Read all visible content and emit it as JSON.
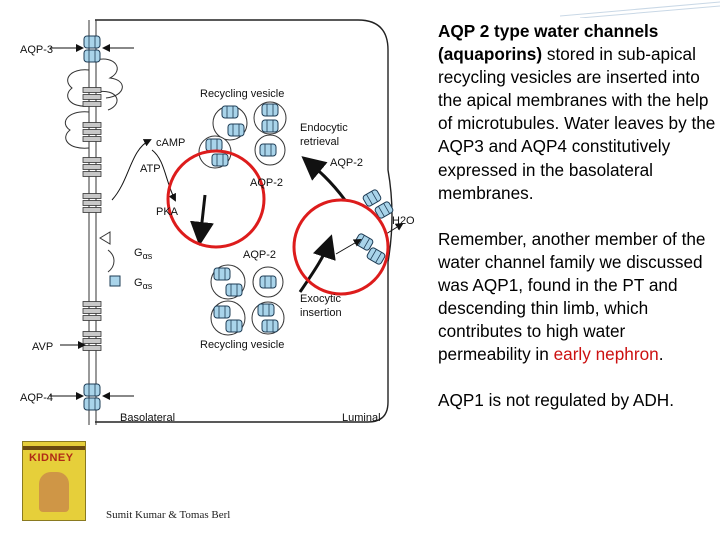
{
  "diagram": {
    "labels": {
      "aqp3": "AQP-3",
      "aqp4": "AQP-4",
      "avp": "AVP",
      "camp": "cAMP",
      "atp": "ATP",
      "pka": "PKA",
      "aqp2_mid": "AQP-2",
      "aqp2_right": "AQP-2",
      "aqp2_low": "AQP-2",
      "recycling_top": "Recycling vesicle",
      "recycling_bottom": "Recycling vesicle",
      "endocytic_1": "Endocytic",
      "endocytic_2": "retrieval",
      "exocytic_1": "Exocytic",
      "exocytic_2": "insertion",
      "gas1": "G",
      "gas1_sub": "αs",
      "gas2": "G",
      "gas2_sub": "αs",
      "h2o": "H2O",
      "basolateral": "Basolateral",
      "luminal": "Luminal"
    }
  },
  "text": {
    "p1_bold": "AQP 2 type water channels (aquaporins)",
    "p1_rest": " stored in sub-apical recycling vesicles are inserted into the apical membranes with the help of microtubules.   Water leaves by the AQP3 and AQP4 constitutively expressed in the basolateral membranes.",
    "p2_start": "Remember, another member of the water channel family we discussed was AQP1, found in the PT and descending thin limb, which contributes to high water permeability in ",
    "p2_red": "early nephron",
    "p2_end": ".",
    "p3": "AQP1 is not regulated by ADH."
  },
  "book": {
    "title": "KIDNEY"
  },
  "credit": "Sumit Kumar & Tomas Berl",
  "colors": {
    "channel": "#a9d4ea",
    "highlight_circle": "#dd1c1c",
    "emphasis_text": "#cc1111"
  }
}
